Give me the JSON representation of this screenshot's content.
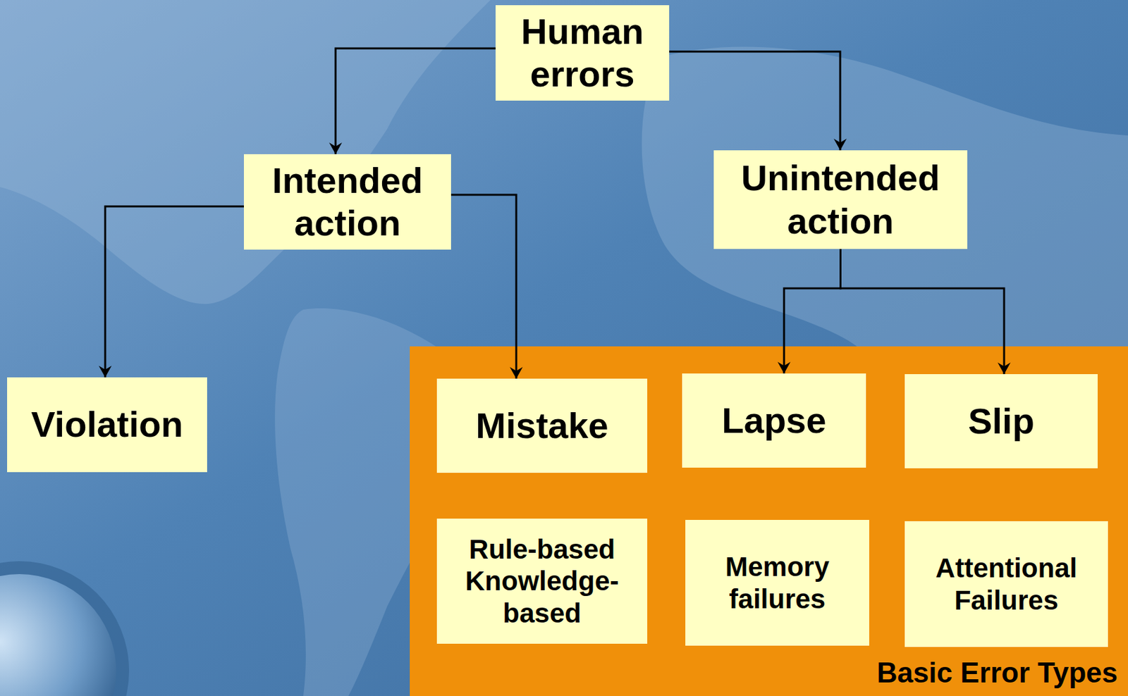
{
  "diagram": {
    "nodes": [
      {
        "text": [
          "Human errors"
        ]
      },
      {
        "text": [
          "Intended action"
        ]
      },
      {
        "text": [
          "Unintended action"
        ]
      },
      {
        "text": [
          "Violation"
        ]
      },
      {
        "text": [
          "Basic Error Types"
        ]
      },
      {
        "text": [
          "Mistake"
        ],
        "in": 4
      },
      {
        "text": [
          "Lapse"
        ],
        "in": 4
      },
      {
        "text": [
          "Slip"
        ],
        "in": 4
      },
      {
        "text": [
          "Rule-based Knowledge-based"
        ],
        "in": 4
      },
      {
        "text": [
          "Memory failures"
        ],
        "in": 4
      },
      {
        "text": [
          "Attentional Failures"
        ],
        "in": 4
      }
    ],
    "edges": [
      {
        "from": 0,
        "to": 1,
        "arrow": "to"
      },
      {
        "from": 0,
        "to": 2,
        "arrow": "to"
      },
      {
        "from": 1,
        "to": 3,
        "arrow": "to"
      },
      {
        "from": 1,
        "to": 5,
        "arrow": "to"
      },
      {
        "from": 2,
        "to": 6,
        "arrow": "to"
      },
      {
        "from": 2,
        "to": 7,
        "arrow": "to"
      }
    ]
  }
}
